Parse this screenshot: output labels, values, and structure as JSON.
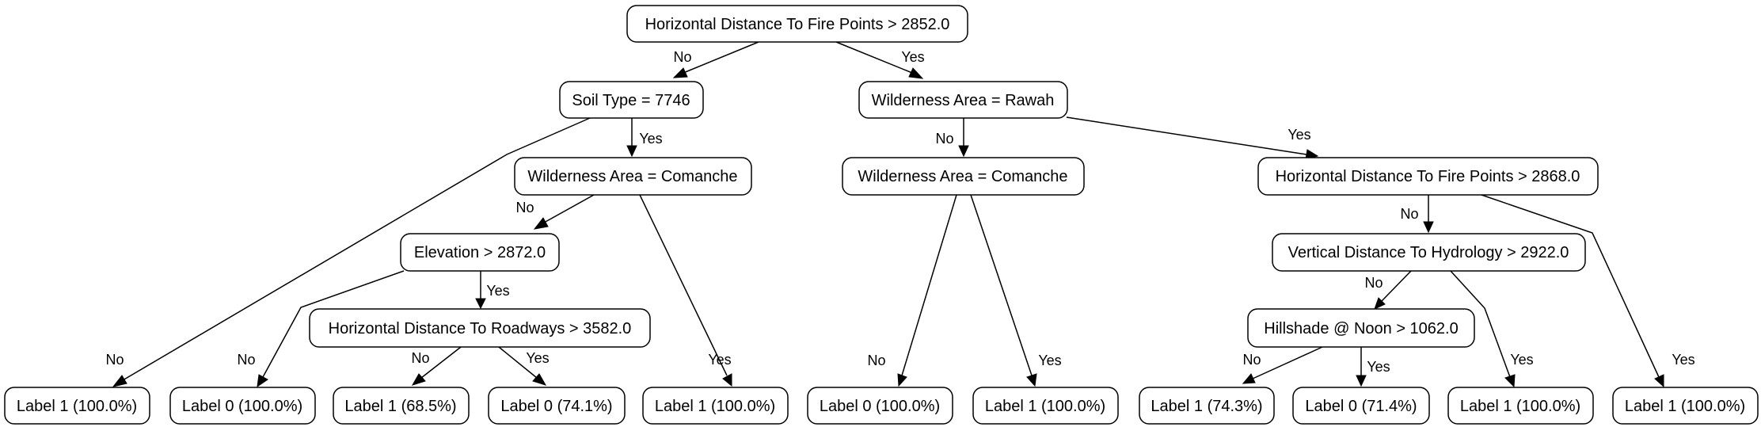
{
  "nodes": {
    "root": "Horizontal Distance To Fire Points > 2852.0",
    "soil": "Soil Type = 7746",
    "wild_rawah": "Wilderness Area = Rawah",
    "wild_comanche_l": "Wilderness Area = Comanche",
    "wild_comanche_m": "Wilderness Area = Comanche",
    "hdfp_2868": "Horizontal Distance To Fire Points > 2868.0",
    "elev": "Elevation > 2872.0",
    "vdh": "Vertical Distance To Hydrology > 2922.0",
    "hdr": "Horizontal Distance To Roadways > 3582.0",
    "hill": "Hillshade @ Noon > 1062.0",
    "leaf1": "Label 1 (100.0%)",
    "leaf2": "Label 0 (100.0%)",
    "leaf3": "Label 1 (68.5%)",
    "leaf4": "Label 0 (74.1%)",
    "leaf5": "Label 1 (100.0%)",
    "leaf6": "Label 0 (100.0%)",
    "leaf7": "Label 1 (100.0%)",
    "leaf8": "Label 1 (74.3%)",
    "leaf9": "Label 0 (71.4%)",
    "leaf10": "Label 1 (100.0%)",
    "leaf11": "Label 1 (100.0%)"
  },
  "edges": {
    "root_soil": "No",
    "root_rawah": "Yes",
    "soil_leaf1": "No",
    "soil_comanche": "Yes",
    "comanche_elev": "No",
    "comanche_leaf5": "Yes",
    "elev_leaf2": "No",
    "elev_hdr": "Yes",
    "hdr_leaf3": "No",
    "hdr_leaf4": "Yes",
    "rawah_comanche": "No",
    "rawah_hdfp": "Yes",
    "comanche_m_leaf6": "No",
    "comanche_m_leaf7": "Yes",
    "hdfp_vdh": "No",
    "hdfp_leaf11": "Yes",
    "vdh_hill": "No",
    "vdh_leaf10": "Yes",
    "hill_leaf8": "No",
    "hill_leaf9": "Yes"
  }
}
